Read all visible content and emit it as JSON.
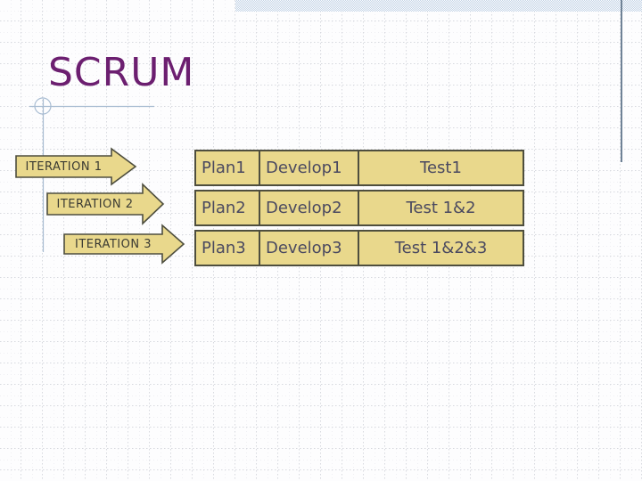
{
  "slide": {
    "title": "SCRUM",
    "iterations": [
      {
        "label": "ITERATION 1"
      },
      {
        "label": "ITERATION 2"
      },
      {
        "label": "ITERATION 3"
      }
    ],
    "table": {
      "rows": [
        {
          "plan": "Plan1",
          "develop": "Develop1",
          "test": "Test1"
        },
        {
          "plan": "Plan2",
          "develop": "Develop2",
          "test": "Test 1&2"
        },
        {
          "plan": "Plan3",
          "develop": "Develop3",
          "test": "Test 1&2&3"
        }
      ]
    },
    "colors": {
      "title_text": "#6C1F70",
      "shape_fill": "#E9D88C",
      "shape_outline": "#4E4E3E",
      "table_text": "#4A4960",
      "arrow_text": "#3B3B33",
      "blueprint_line": "#A8BCD2",
      "accent_line": "#6F8296",
      "band_blue": "#C2D3E6",
      "grid_dots": "#D7D9DF"
    }
  }
}
